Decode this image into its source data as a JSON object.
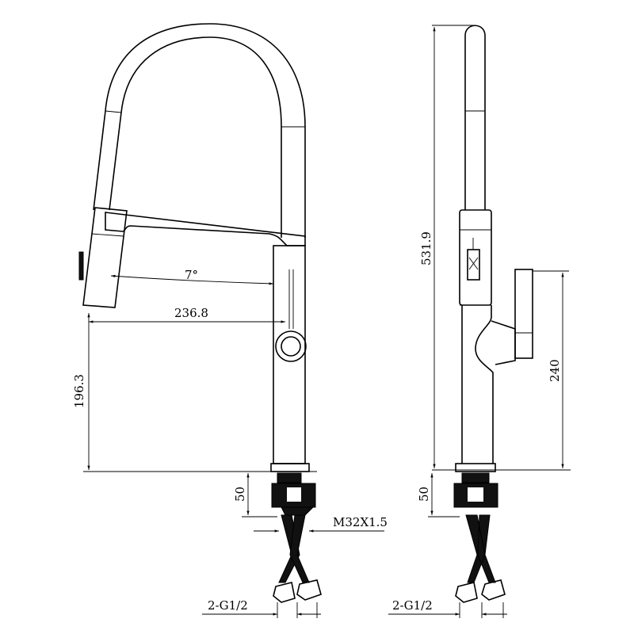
{
  "front_view": {
    "angle_label": "7°",
    "reach_label": "236.8",
    "spout_height_label": "196.3",
    "shank_length_label": "50",
    "thread_label": "M32X1.5",
    "inlet_label": "2-G1/2"
  },
  "side_view": {
    "total_height_label": "531.9",
    "handle_height_label": "240",
    "shank_length_label": "50",
    "inlet_label": "2-G1/2"
  },
  "colors": {
    "line": "#000000",
    "background": "#ffffff"
  }
}
